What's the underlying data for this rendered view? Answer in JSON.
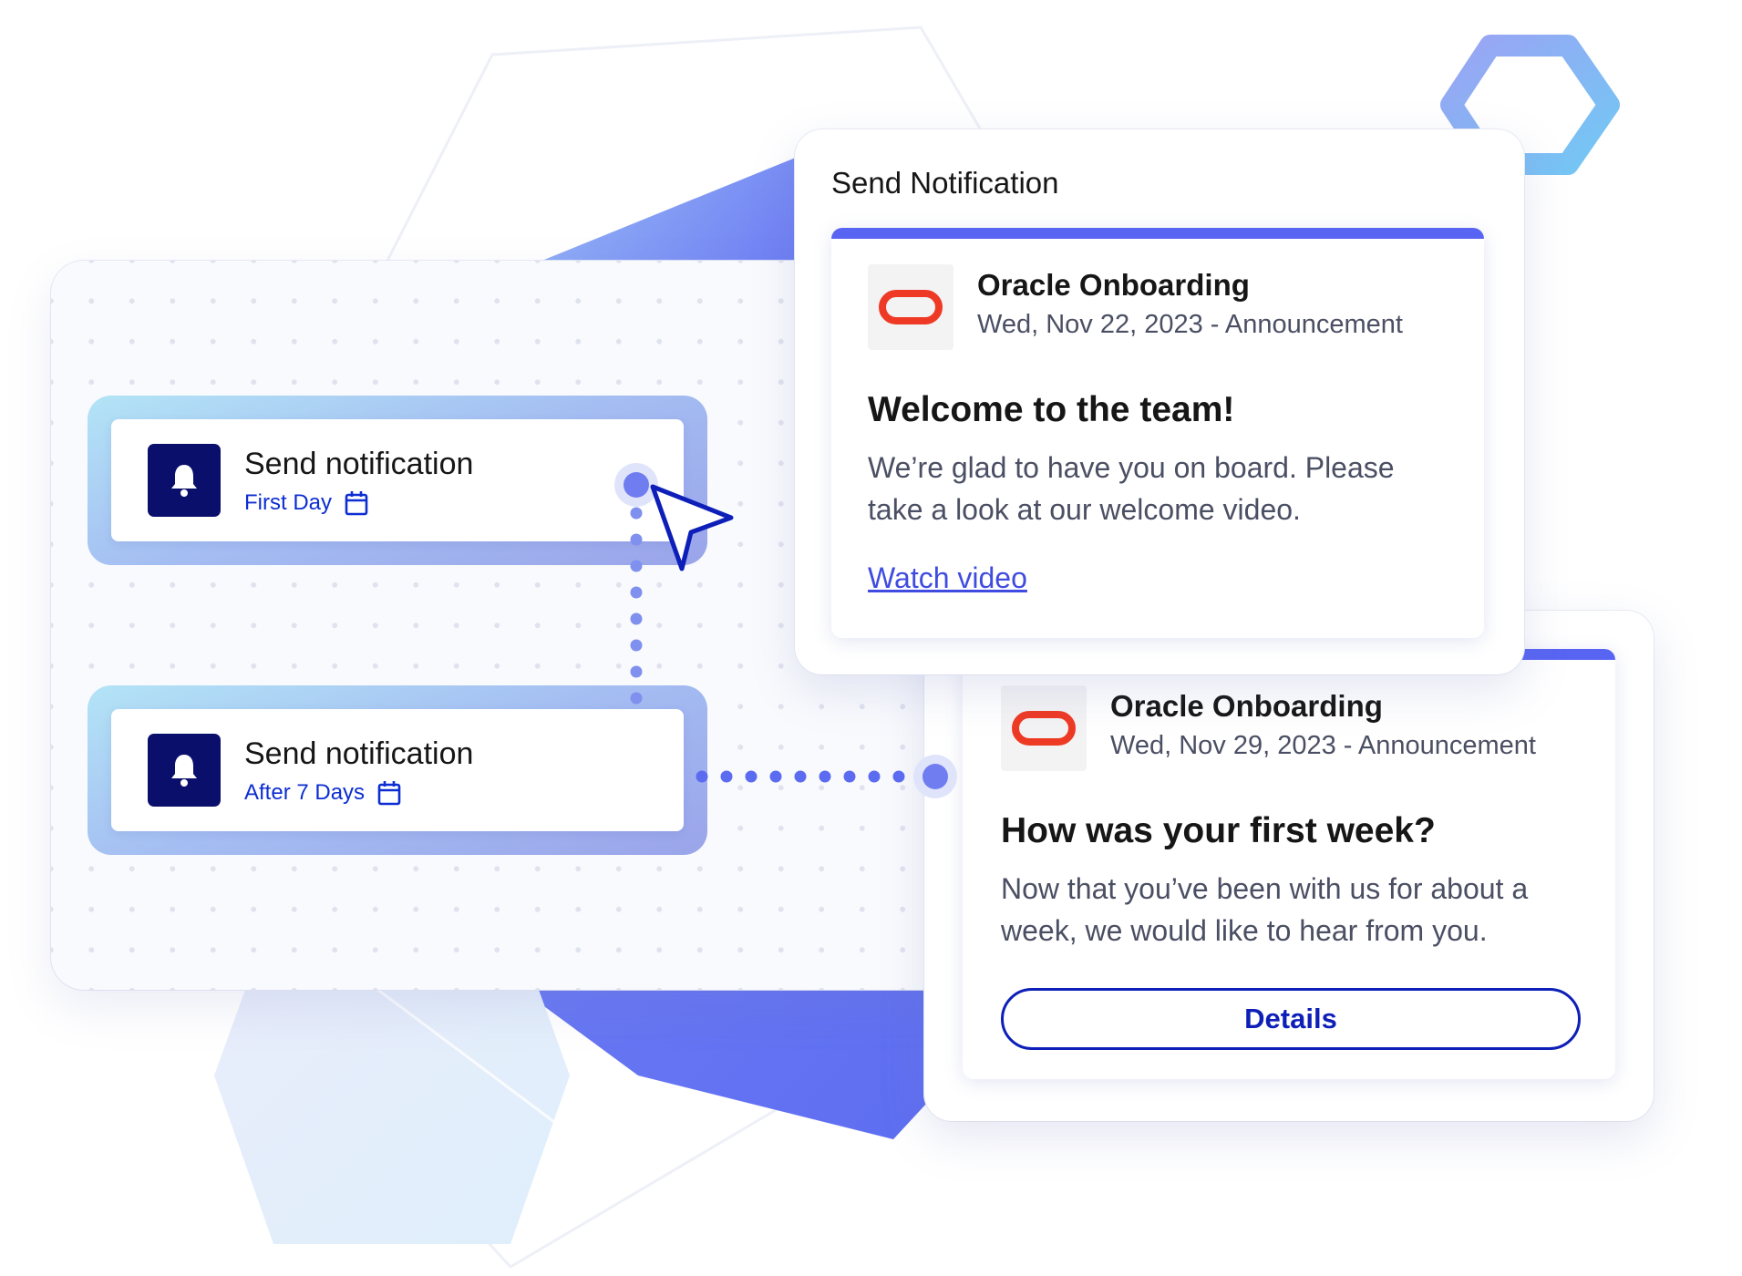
{
  "workflow": {
    "steps": [
      {
        "title": "Send notification",
        "schedule": "First Day",
        "icon": "bell-icon",
        "schedule_icon": "calendar-icon"
      },
      {
        "title": "Send notification",
        "schedule": "After 7 Days",
        "icon": "bell-icon",
        "schedule_icon": "calendar-icon"
      }
    ]
  },
  "preview": {
    "title": "Send Notification",
    "message": {
      "sender": "Oracle Onboarding",
      "meta": "Wed, Nov 22, 2023 - Announcement",
      "heading": "Welcome to the team!",
      "body": "We’re glad to have you on board. Please take a look at our welcome video.",
      "link": "Watch video",
      "logo": "oracle-logo-icon"
    }
  },
  "second_message": {
    "sender": "Oracle Onboarding",
    "meta": "Wed, Nov 29, 2023 - Announcement",
    "heading": "How was your first week?",
    "body": "Now that you’ve been with us for about a week, we would like to hear from you.",
    "button": "Details",
    "logo": "oracle-logo-icon"
  },
  "colors": {
    "accent": "#5865f2",
    "brand_navy": "#0a0f6b",
    "oracle_red": "#ee3a24",
    "link_blue": "#3f4cdf",
    "schedule_blue": "#0d2ed2"
  }
}
